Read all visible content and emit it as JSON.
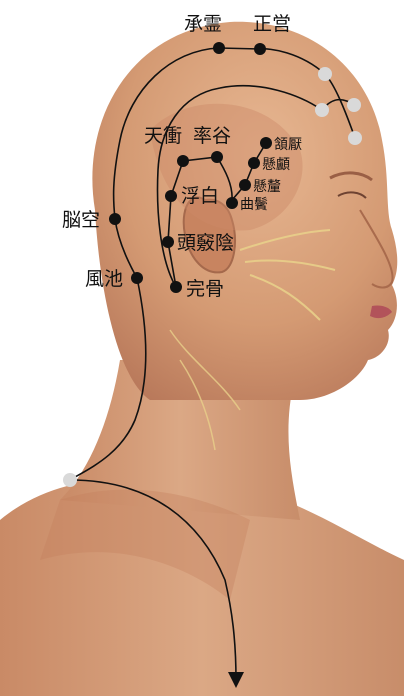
{
  "points": [
    {
      "id": "shoureii",
      "label": "承霊"
    },
    {
      "id": "shouei",
      "label": "正営"
    },
    {
      "id": "tenshou",
      "label": "天衝"
    },
    {
      "id": "sokkoku",
      "label": "率谷"
    },
    {
      "id": "fuhaku",
      "label": "浮白"
    },
    {
      "id": "noukuu",
      "label": "脳空"
    },
    {
      "id": "toukyouin",
      "label": "頭竅陰"
    },
    {
      "id": "fuuchi",
      "label": "風池"
    },
    {
      "id": "kankotsu",
      "label": "完骨"
    },
    {
      "id": "ganen",
      "label": "頷厭"
    },
    {
      "id": "kenro",
      "label": "懸顱"
    },
    {
      "id": "kenri",
      "label": "懸釐"
    },
    {
      "id": "kyokubin",
      "label": "曲鬢"
    }
  ],
  "colors": {
    "skin": "#d9a57e",
    "muscle": "#c98361",
    "nerve": "#e8cf8a",
    "meridian_line": "#111111",
    "point": "#111111",
    "hidden_point": "#d9d9d9"
  }
}
